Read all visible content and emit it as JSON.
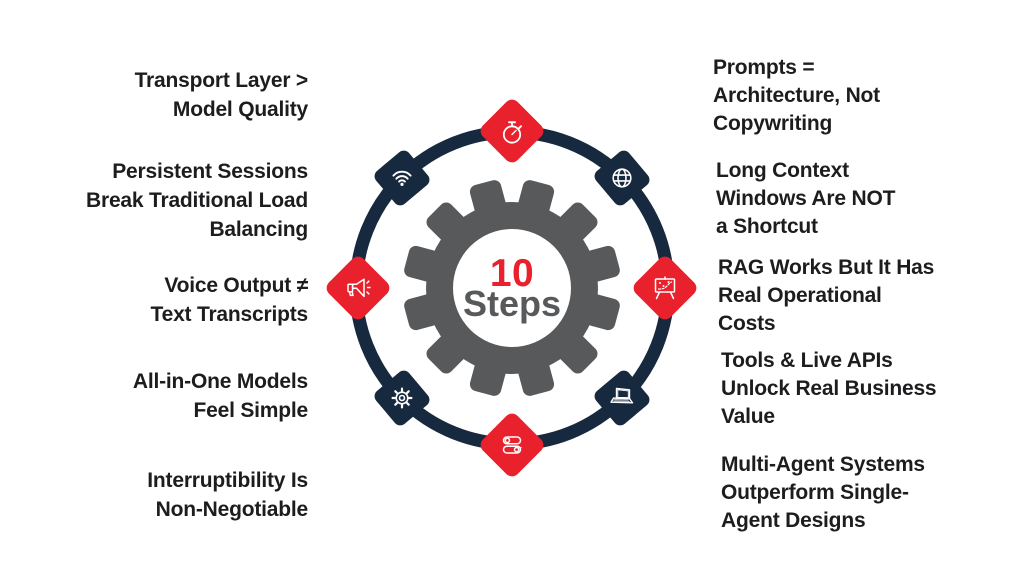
{
  "background_color": "#FFFFFF",
  "text_color": "#1D1D1F",
  "ring": {
    "color": "#16293E"
  },
  "center_hub": {
    "number": "10",
    "label": "Steps",
    "number_color": "#E8212C",
    "label_color": "#58595B",
    "gear_color": "#58595B"
  },
  "node_colors": {
    "red": "#E8212C",
    "navy": "#16293E",
    "icon_color": "#FFFFFF"
  },
  "nodes": [
    {
      "position": "top",
      "icon": "stopwatch-icon",
      "color": "red"
    },
    {
      "position": "top-right",
      "icon": "globe-icon",
      "color": "navy"
    },
    {
      "position": "right",
      "icon": "presentation-chart-icon",
      "color": "red"
    },
    {
      "position": "bottom-right",
      "icon": "laptop-icon",
      "color": "navy"
    },
    {
      "position": "bottom",
      "icon": "toggles-icon",
      "color": "red"
    },
    {
      "position": "bottom-left",
      "icon": "gear-icon",
      "color": "navy"
    },
    {
      "position": "left",
      "icon": "megaphone-icon",
      "color": "red"
    },
    {
      "position": "top-left",
      "icon": "wifi-icon",
      "color": "navy"
    }
  ],
  "left_callouts": [
    {
      "lines": [
        "Transport Layer >",
        "Model Quality"
      ]
    },
    {
      "lines": [
        "Persistent Sessions",
        "Break Traditional Load",
        "Balancing"
      ]
    },
    {
      "lines": [
        "Voice Output ≠",
        "Text Transcripts"
      ]
    },
    {
      "lines": [
        "All-in-One Models",
        "Feel Simple"
      ]
    },
    {
      "lines": [
        "Interruptibility Is",
        "Non-Negotiable"
      ]
    }
  ],
  "right_callouts": [
    {
      "lines": [
        "Prompts =",
        "Architecture, Not",
        "Copywriting"
      ]
    },
    {
      "lines": [
        "Long Context",
        "Windows Are NOT",
        "a Shortcut"
      ]
    },
    {
      "lines": [
        "RAG Works But It Has",
        "Real Operational",
        "Costs"
      ]
    },
    {
      "lines": [
        "Tools & Live APIs",
        "Unlock Real Business",
        "Value"
      ]
    },
    {
      "lines": [
        "Multi-Agent Systems",
        "Outperform Single-",
        "Agent Designs"
      ]
    }
  ]
}
